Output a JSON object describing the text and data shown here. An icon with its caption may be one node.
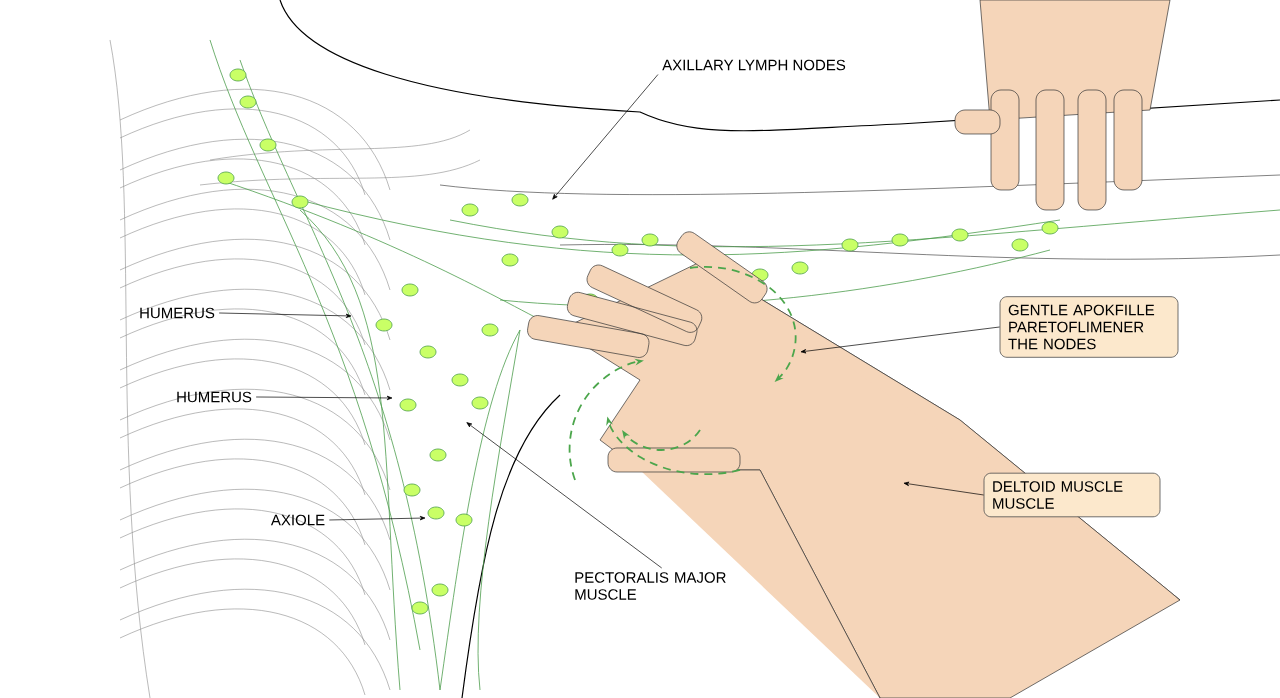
{
  "diagram": {
    "nodes": [
      {
        "text": [
          "AXILLARY LYMPH NODES"
        ]
      },
      {
        "text": [
          "HUMERUS"
        ]
      },
      {
        "text": [
          "HUMERUS"
        ]
      },
      {
        "text": [
          "AXIOLE"
        ]
      },
      {
        "text": [
          "PECTORALIS MAJOR MUSCLE"
        ]
      },
      {
        "text": [
          "GENTLE APOKFILLE PARETOFLIMENER THE NODES"
        ]
      },
      {
        "text": [
          "DELTOID MUSCLE MUSCLE"
        ]
      }
    ],
    "edges": [
      {
        "from": 0,
        "to": null,
        "arrow": "to"
      },
      {
        "from": 1,
        "to": null,
        "arrow": "to"
      },
      {
        "from": 2,
        "to": null,
        "arrow": "to"
      },
      {
        "from": 3,
        "to": null,
        "arrow": "to"
      },
      {
        "from": 4,
        "to": null,
        "arrow": "to"
      },
      {
        "from": 5,
        "to": null,
        "arrow": "to"
      },
      {
        "from": 6,
        "to": null,
        "arrow": "to"
      }
    ]
  }
}
